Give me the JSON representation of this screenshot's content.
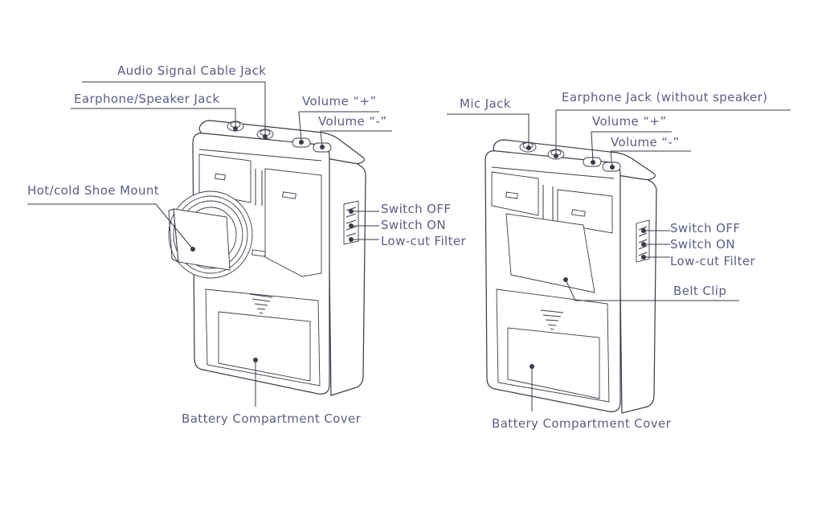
{
  "left_device": {
    "labels": {
      "audio_signal_cable_jack": "Audio Signal Cable Jack",
      "earphone_speaker_jack": "Earphone/Speaker Jack",
      "volume_plus": "Volume “+”",
      "volume_minus": "Volume “-”",
      "hot_cold_shoe_mount": "Hot/cold Shoe Mount",
      "switch_off": "Switch OFF",
      "switch_on": "Switch ON",
      "low_cut_filter": "Low-cut Filter",
      "battery_compartment_cover": "Battery Compartment Cover"
    }
  },
  "right_device": {
    "labels": {
      "mic_jack": "Mic Jack",
      "earphone_jack": "Earphone Jack (without speaker)",
      "volume_plus": "Volume “+”",
      "volume_minus": "Volume “-”",
      "switch_off": "Switch OFF",
      "switch_on": "Switch ON",
      "low_cut_filter": "Low-cut Filter",
      "belt_clip": "Belt Clip",
      "battery_compartment_cover": "Battery Compartment Cover"
    }
  }
}
